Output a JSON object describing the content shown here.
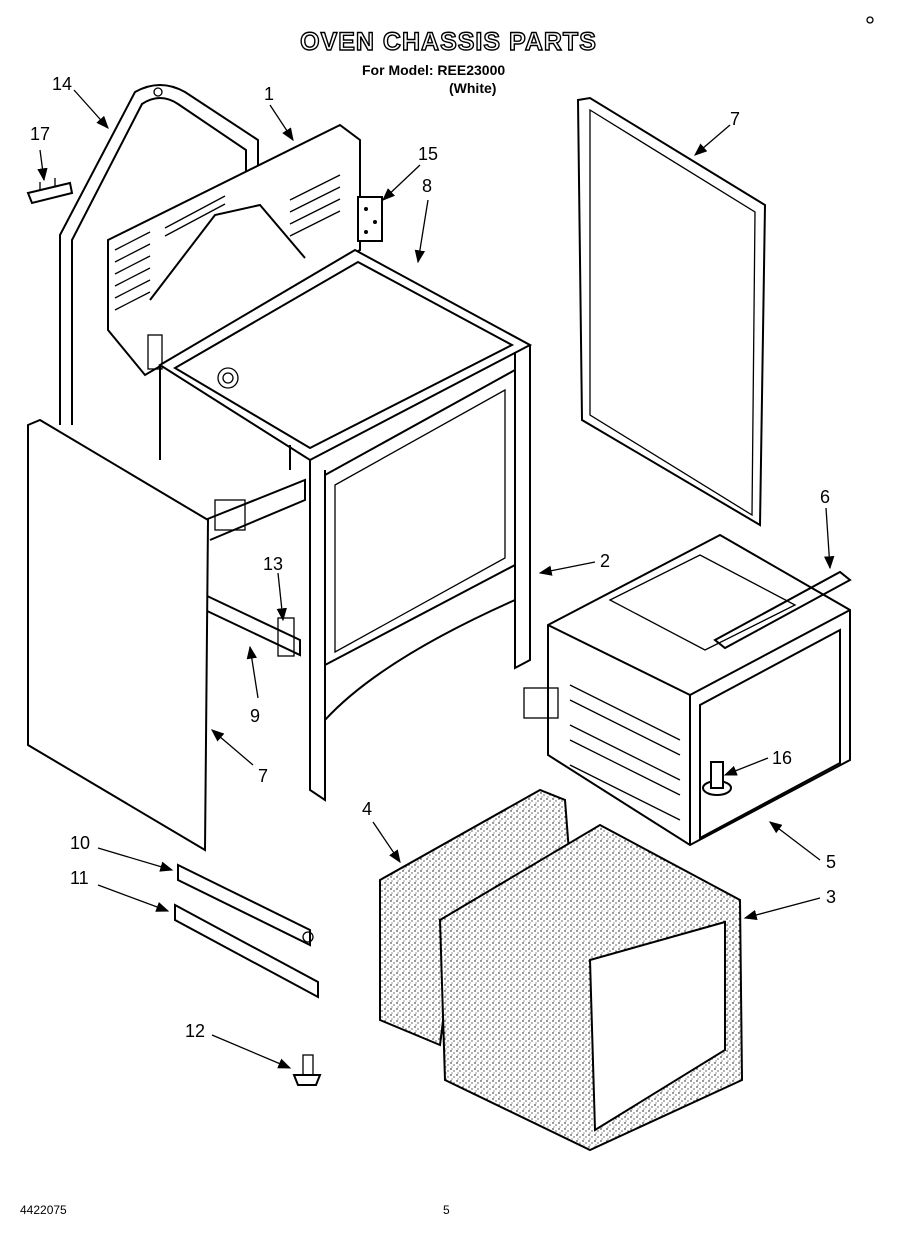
{
  "header": {
    "title": "OVEN CHASSIS PARTS",
    "model_line": "For Model: REE23000",
    "color_line": "(White)"
  },
  "footer": {
    "doc_number": "4422075",
    "page_number": "5"
  },
  "callouts": [
    "1",
    "2",
    "3",
    "4",
    "5",
    "6",
    "7",
    "7",
    "7",
    "8",
    "9",
    "10",
    "11",
    "12",
    "13",
    "14",
    "15",
    "16",
    "17"
  ],
  "colors": {
    "ink": "#000000",
    "paper": "#ffffff",
    "insulation": "#d9d9d9"
  }
}
